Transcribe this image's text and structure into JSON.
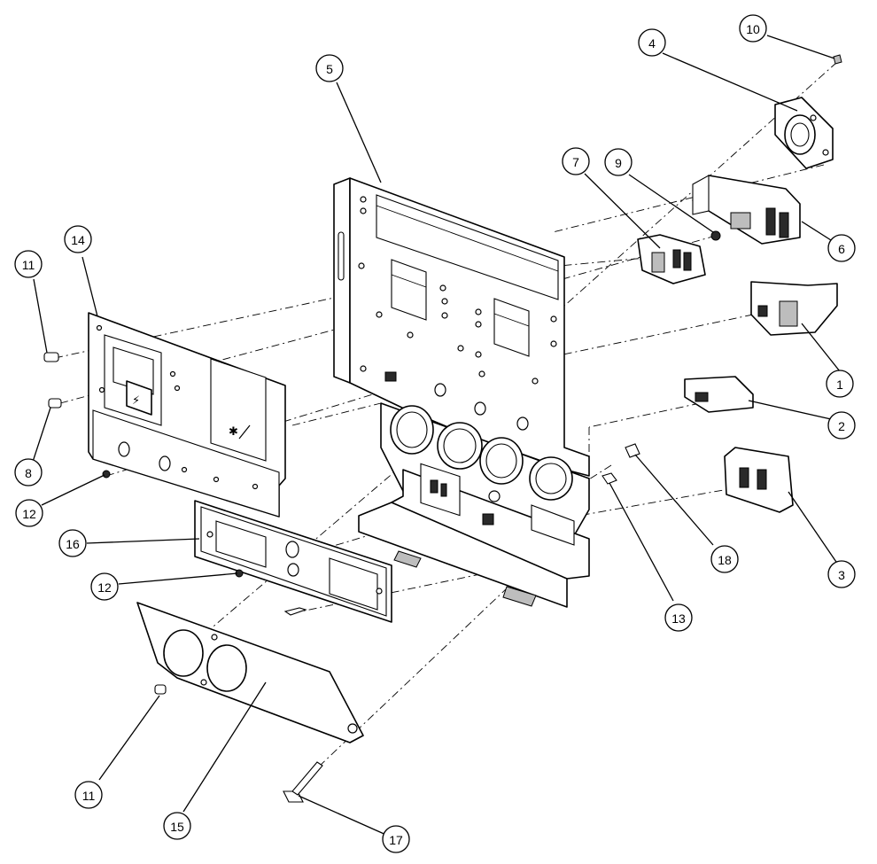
{
  "diagram": {
    "balloons": [
      {
        "id": "b1",
        "label": "1"
      },
      {
        "id": "b2",
        "label": "2"
      },
      {
        "id": "b3",
        "label": "3"
      },
      {
        "id": "b4",
        "label": "4"
      },
      {
        "id": "b5",
        "label": "5"
      },
      {
        "id": "b6",
        "label": "6"
      },
      {
        "id": "b7",
        "label": "7"
      },
      {
        "id": "b8",
        "label": "8"
      },
      {
        "id": "b9",
        "label": "9"
      },
      {
        "id": "b10",
        "label": "10"
      },
      {
        "id": "b11a",
        "label": "11"
      },
      {
        "id": "b11b",
        "label": "11"
      },
      {
        "id": "b12a",
        "label": "12"
      },
      {
        "id": "b12b",
        "label": "12"
      },
      {
        "id": "b13",
        "label": "13"
      },
      {
        "id": "b14",
        "label": "14"
      },
      {
        "id": "b15",
        "label": "15"
      },
      {
        "id": "b16",
        "label": "16"
      },
      {
        "id": "b17",
        "label": "17"
      },
      {
        "id": "b18",
        "label": "18"
      }
    ]
  }
}
